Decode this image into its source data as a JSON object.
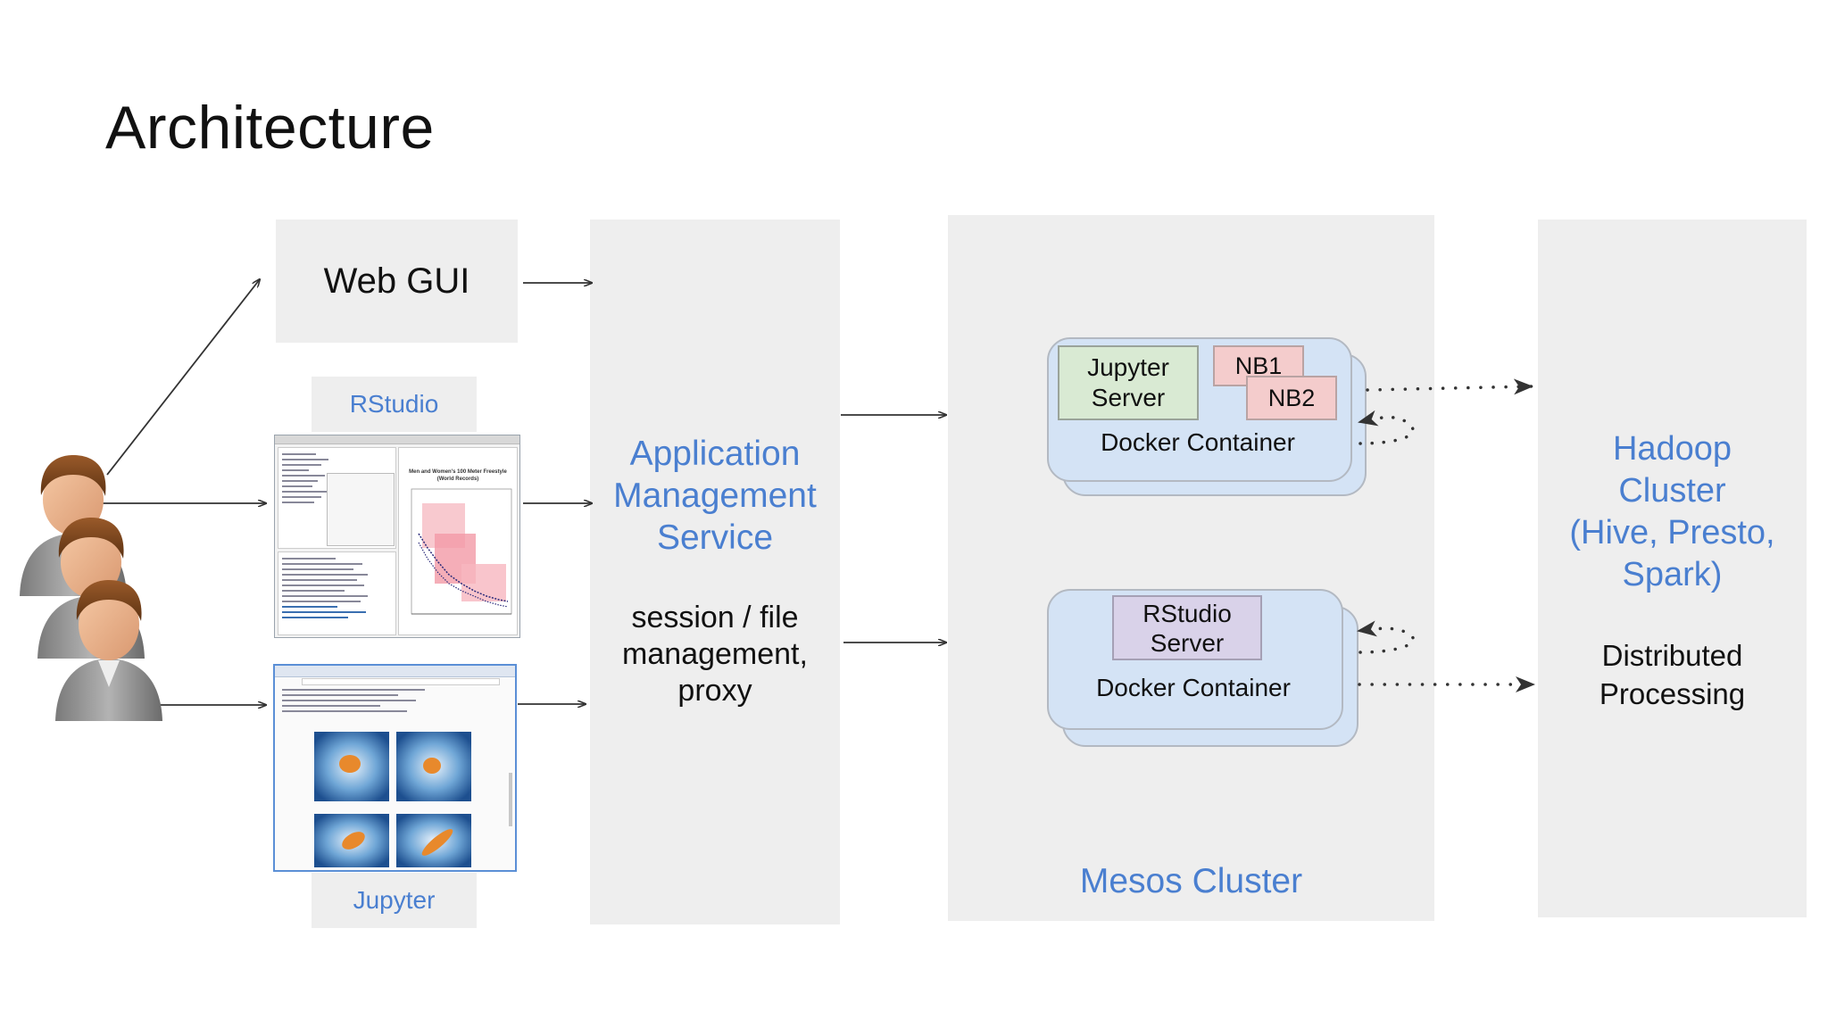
{
  "title": "Architecture",
  "clients": {
    "web_gui": "Web GUI",
    "rstudio": "RStudio",
    "jupyter": "Jupyter"
  },
  "app_mgmt": {
    "name_line1": "Application",
    "name_line2": "Management",
    "name_line3": "Service",
    "desc_line1": "session / file",
    "desc_line2": "management,",
    "desc_line3": "proxy"
  },
  "mesos": {
    "label": "Mesos Cluster",
    "container1": {
      "server_line1": "Jupyter",
      "server_line2": "Server",
      "nb1": "NB1",
      "nb2": "NB2",
      "label": "Docker Container"
    },
    "container2": {
      "server_line1": "RStudio",
      "server_line2": "Server",
      "label": "Docker Container"
    }
  },
  "hadoop": {
    "line1": "Hadoop",
    "line2": "Cluster",
    "line3": "(Hive, Presto,",
    "line4": "Spark)",
    "desc_line1": "Distributed",
    "desc_line2": "Processing"
  },
  "rstudio_plot_title": "Men and Women's 100 Meter Freestyle",
  "rstudio_plot_subtitle": "(World Records)",
  "colors": {
    "accent_blue": "#4a7fd0",
    "panel_gray": "#eeeeee",
    "container_blue": "#d4e3f5",
    "jupyter_server_green": "#d9ead3",
    "nb_pink": "#f4cccc",
    "rstudio_server_purple": "#d9d2e9"
  }
}
